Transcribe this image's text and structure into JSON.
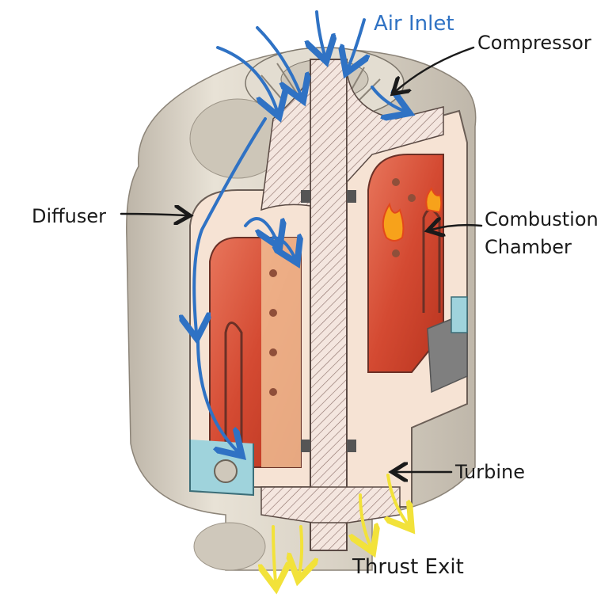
{
  "labels": {
    "air_inlet": "Air Inlet",
    "compressor": "Compressor",
    "diffuser": "Diffuser",
    "combustion_line1": "Combustion",
    "combustion_line2": "Chamber",
    "turbine": "Turbine",
    "thrust_exit": "Thrust Exit"
  },
  "colors": {
    "air_flow": "#2f72c4",
    "exhaust_flow": "#f2e23a",
    "label_text": "#1a1a1a",
    "air_label": "#2f72c4",
    "casing": "#dcd5c8",
    "combustion": "#d9533a",
    "liner": "#f3c59a",
    "flame": "#f7a21b"
  }
}
